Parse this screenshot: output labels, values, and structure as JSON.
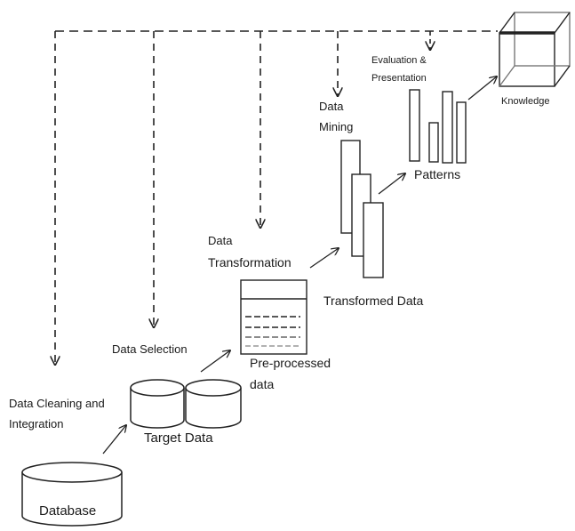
{
  "labels": {
    "database": "Database",
    "data_cleaning": [
      "Data Cleaning and",
      "Integration"
    ],
    "target_data": "Target Data",
    "data_selection": "Data Selection",
    "preprocessed": [
      "Pre-processed",
      "data"
    ],
    "data_transformation": [
      "Data",
      "Transformation"
    ],
    "transformed_data": "Transformed Data",
    "data_mining": [
      "Data",
      "Mining"
    ],
    "patterns": "Patterns",
    "evaluation": [
      "Evaluation &",
      "Presentation"
    ],
    "knowledge": "Knowledge"
  }
}
